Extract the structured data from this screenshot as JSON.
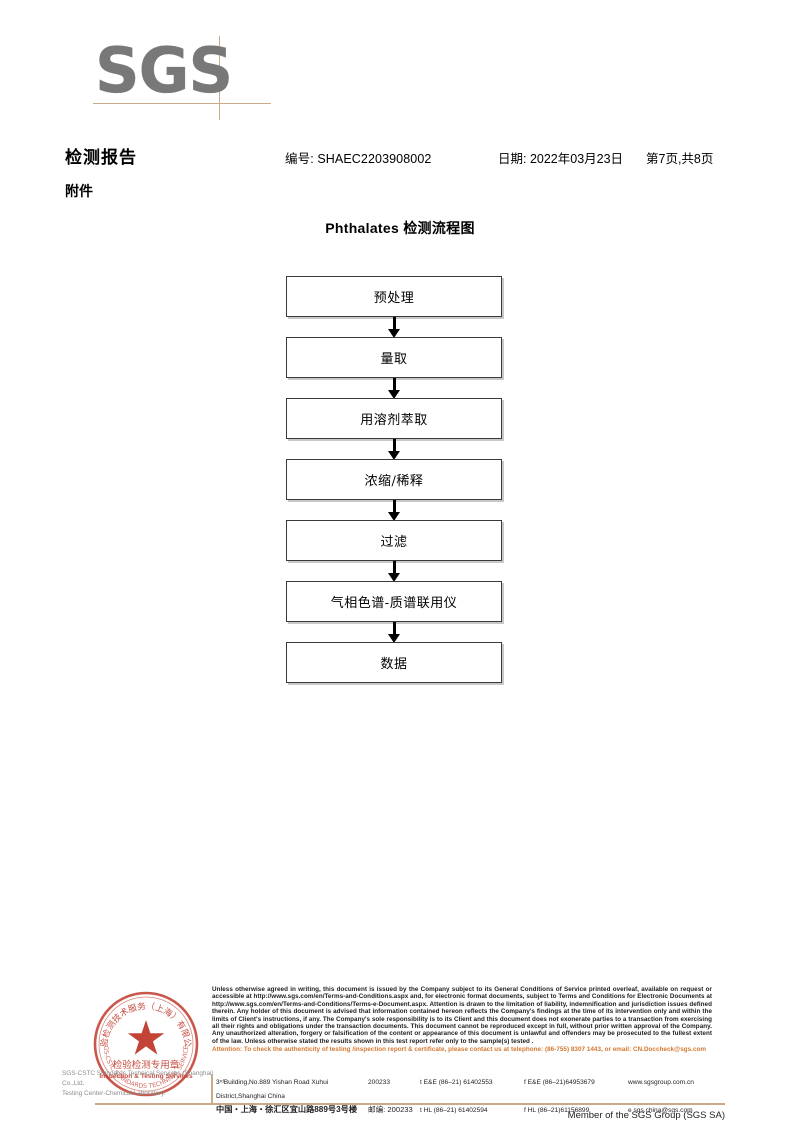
{
  "logo": {
    "text": "SGS",
    "accent_color": "#c9a987",
    "text_color": "#787878"
  },
  "header": {
    "doc_title": "检测报告",
    "report_no": "编号: SHAEC2203908002",
    "date": "日期: 2022年03月23日",
    "pagination": "第7页,共8页",
    "attachment_label": "附件"
  },
  "flowchart": {
    "title": "Phthalates 检测流程图",
    "nodes": [
      {
        "label": "预处理"
      },
      {
        "label": "量取"
      },
      {
        "label": "用溶剂萃取"
      },
      {
        "label": "浓缩/稀释"
      },
      {
        "label": "过滤"
      },
      {
        "label": "气相色谱-质谱联用仪"
      },
      {
        "label": "数据"
      }
    ]
  },
  "stamp": {
    "outer_cn": "检验检测技术服务 (上海) 有限公司",
    "center_cn": "检验检测专用章",
    "center_en": "Inspection & Testing Services",
    "color": "#c0392b"
  },
  "footer": {
    "company_line1": "SGS-CSTC Standards Technical Services (Shanghai) Co.,Ltd.",
    "company_line2": "Testing Center-Chemical Laboratory.",
    "legal": "Unless otherwise agreed in writing, this document is issued by the Company subject to its General Conditions of Service printed overleaf, available on request or accessible at http://www.sgs.com/en/Terms-and-Conditions.aspx and, for electronic format documents, subject to Terms and Conditions for Electronic Documents at http://www.sgs.com/en/Terms-and-Conditions/Terms-e-Document.aspx. Attention is drawn to the limitation of liability, indemnification and jurisdiction issues defined therein. Any holder of this document is advised that information contained hereon reflects the Company's findings at the time of its intervention only and within the limits of Client's instructions, if any. The Company's sole responsibility is to its Client and this document does not exonerate parties to a transaction from exercising all their rights and obligations under the transaction documents. This document cannot be reproduced except in full, without prior written approval of the Company. Any unauthorized alteration, forgery or falsification of the content or appearance of this document is unlawful and offenders may be prosecuted to the fullest extent of the law. Unless otherwise stated the results shown in this test report refer only to the sample(s) tested .",
    "attention": "Attention: To check the authenticity of testing /inspection report & certificate, please contact us at telephone: (86-755) 8307 1443, or email: CN.Doccheck@sgs.com",
    "attention_color": "#d4772f",
    "address_en": "3ʳᵈBuilding,No.889 Yishan Road Xuhui District,Shanghai China",
    "address_cn": "中国・上海・徐汇区宜山路889号3号楼",
    "postcode_en": "200233",
    "postcode_cn": "邮编: 200233",
    "tel_ee": "t E&E (86–21) 61402553",
    "fax_ee": "f E&E (86–21)64953679",
    "website": "www.sgsgroup.com.cn",
    "tel_hl": "t HL (86–21) 61402594",
    "fax_hl": "f HL (86–21)61156899",
    "email": "e sgs.china@sgs.com",
    "member": "Member of the SGS Group (SGS SA)"
  }
}
